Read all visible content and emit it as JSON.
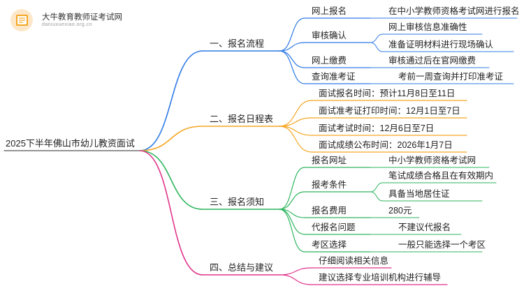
{
  "watermark": {
    "name": "大牛教育教师证考试网",
    "url": "daniuxuexiao.org.cn"
  },
  "colors": {
    "blue": "#2f7be6",
    "orange": "#f5a623",
    "green": "#2db55d",
    "pink": "#e0338a",
    "root_line": "#555555"
  },
  "root": "2025下半年佛山市幼儿教资面试",
  "branches": [
    {
      "label": "一、报名流程",
      "items": [
        {
          "label": "网上报名",
          "details": [
            "在中小学教师资格考试网进行报名"
          ]
        },
        {
          "label": "审核确认",
          "details": [
            "网上审核信息准确性",
            "准备证明材料进行现场确认"
          ]
        },
        {
          "label": "网上缴费",
          "details": [
            "审核通过后在官网缴费"
          ]
        },
        {
          "label": "查询准考证",
          "details": [
            "考前一周查询并打印准考证"
          ]
        }
      ]
    },
    {
      "label": "二、报名日程表",
      "items": [
        {
          "label": "面试报名时间：预计11月8日至11日"
        },
        {
          "label": "面试准考证打印时间：12月1日至7日"
        },
        {
          "label": "面试考试时间：12月6日至7日"
        },
        {
          "label": "面试成绩公布时间：2026年1月7日"
        }
      ]
    },
    {
      "label": "三、报名须知",
      "items": [
        {
          "label": "报名网址",
          "details": [
            "中小学教师资格考试网"
          ]
        },
        {
          "label": "报考条件",
          "details": [
            "笔试成绩合格且在有效期内",
            "具备当地居住证"
          ]
        },
        {
          "label": "报名费用",
          "details": [
            "280元"
          ]
        },
        {
          "label": "代报名问题",
          "details": [
            "不建议代报名"
          ]
        },
        {
          "label": "考区选择",
          "details": [
            "一般只能选择一个考区"
          ]
        }
      ]
    },
    {
      "label": "四、总结与建议",
      "items": [
        {
          "label": "仔细阅读相关信息"
        },
        {
          "label": "建议选择专业培训机构进行辅导"
        }
      ]
    }
  ]
}
